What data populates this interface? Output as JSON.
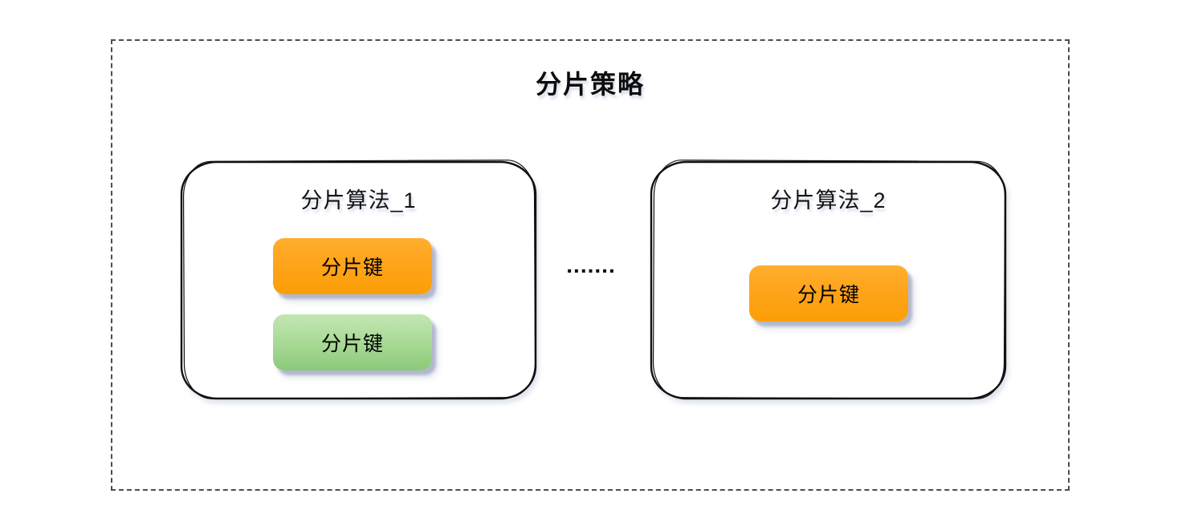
{
  "diagram": {
    "title": "分片策略",
    "ellipsis": ".......",
    "groups": [
      {
        "title": "分片算法_1",
        "keys": [
          {
            "label": "分片键",
            "variant": "orange"
          },
          {
            "label": "分片键",
            "variant": "green"
          }
        ]
      },
      {
        "title": "分片算法_2",
        "keys": [
          {
            "label": "分片键",
            "variant": "orange"
          }
        ]
      }
    ],
    "colors": {
      "orange_top": "#FFAE2E",
      "orange_bottom": "#FB9E05",
      "green_top": "#C3E6B2",
      "green_bottom": "#8CC979",
      "shape_outline": "#111111",
      "dashed_border": "#4d4d4d",
      "shadow": "#8691AA"
    }
  }
}
